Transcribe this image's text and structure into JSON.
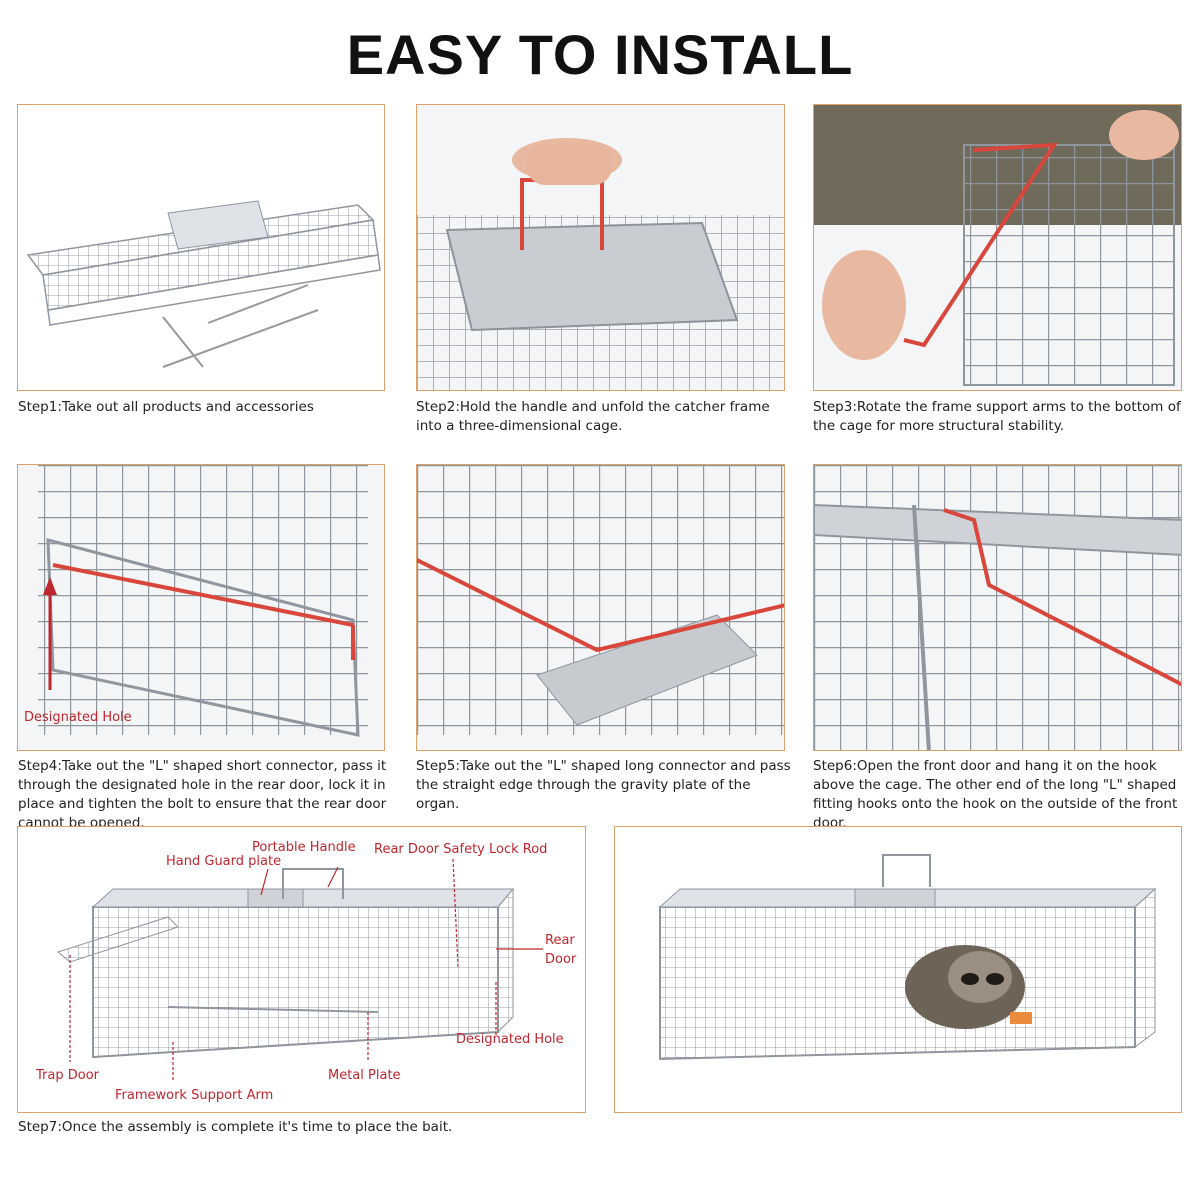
{
  "title": "EASY TO INSTALL",
  "steps": [
    {
      "caption": "Step1:Take out all products and accessories"
    },
    {
      "caption": "Step2:Hold the handle and unfold the catcher frame into a three-dimensional cage."
    },
    {
      "caption": "Step3:Rotate the frame support arms to the bottom of the cage for more structural stability."
    },
    {
      "caption": "Step4:Take out the \"L\" shaped short connector, pass it through the designated hole in the rear door, lock it in place and tighten the bolt to ensure that the rear door cannot be opened.",
      "label": "Designated Hole"
    },
    {
      "caption": "Step5:Take out the \"L\" shaped long connector and pass the straight edge through the gravity plate of the organ."
    },
    {
      "caption": "Step6:Open the front door and hang it on the hook above the cage. The other end of the long \"L\" shaped fitting hooks onto the hook on the outside of the front door."
    },
    {
      "caption": "Step7:Once the assembly is complete it's time to place the bait."
    }
  ],
  "diagram_labels": {
    "portable_handle": "Portable Handle",
    "hand_guard": "Hand Guard plate",
    "rear_lock": "Rear Door Safety Lock Rod",
    "rear_door_1": "Rear",
    "rear_door_2": "Door",
    "designated_hole": "Designated Hole",
    "trap_door": "Trap Door",
    "support_arm": "Framework Support Arm",
    "metal_plate": "Metal Plate"
  },
  "colors": {
    "panel_border": "#d9a26a",
    "label_red": "#c0262d",
    "wire": "#a9b0b8"
  }
}
